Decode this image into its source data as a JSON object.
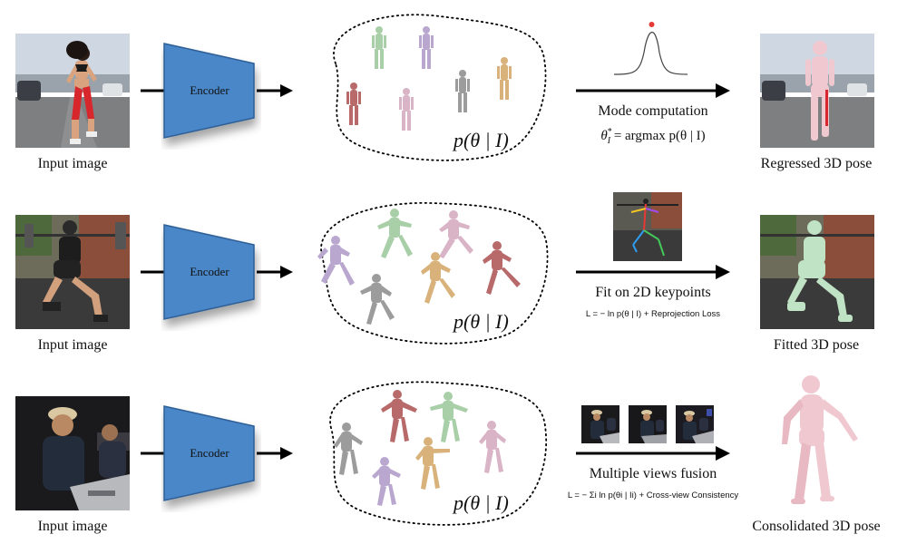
{
  "rows": [
    {
      "input_label": "Input image",
      "encoder_label": "Encoder",
      "dist_label": "p(θ | I)",
      "method_label": "Mode computation",
      "formula": "θ*_I = argmax p(θ | I)",
      "formula_main": "θ",
      "formula_sup": "*",
      "formula_sub": "I",
      "formula_rest": " = argmax p(θ | I)",
      "output_label": "Regressed 3D pose"
    },
    {
      "input_label": "Input image",
      "encoder_label": "Encoder",
      "dist_label": "p(θ | I)",
      "method_label": "Fit on 2D keypoints",
      "formula": "L = − ln p(θ | I) + Reprojection Loss",
      "output_label": "Fitted 3D pose"
    },
    {
      "input_label": "Input image",
      "encoder_label": "Encoder",
      "dist_label": "p(θ | I)",
      "method_label": "Multiple views fusion",
      "formula": "L = − Σi ln p(θi | Ii) + Cross-view Consistency",
      "output_label": "Consolidated 3D pose"
    }
  ],
  "colors": {
    "encoder_fill": "#4a87c8",
    "encoder_stroke": "#2f5f96",
    "pose_colors": [
      "#a8cfa8",
      "#b9a7cf",
      "#b86a6a",
      "#d9b3c6",
      "#9c9c9c",
      "#d8b27a"
    ],
    "mode_dot": "#e53935",
    "output_body": "#f0c8cf"
  }
}
